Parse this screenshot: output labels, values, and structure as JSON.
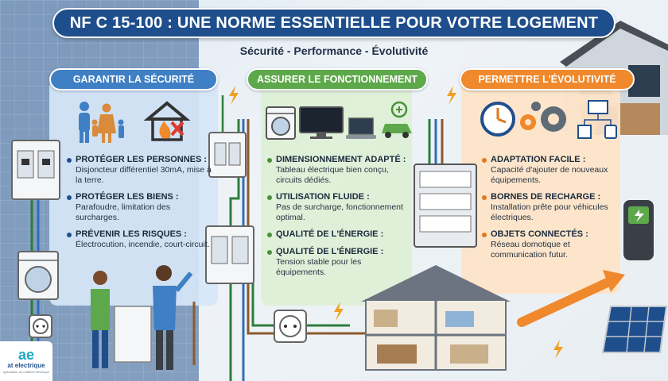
{
  "header": {
    "title": "NF C 15-100 : UNE NORME ESSENTIELLE POUR VOTRE LOGEMENT",
    "subtitle": "Sécurité - Performance - Évolutivité"
  },
  "sections": {
    "security": {
      "heading": "GARANTIR LA SÉCURITÉ",
      "items": [
        {
          "title": "PROTÉGER LES PERSONNES :",
          "text": "Disjoncteur différentiel 30mA, mise à la terre."
        },
        {
          "title": "PROTÉGER LES BIENS :",
          "text": "Parafoudre, limitation des surcharges."
        },
        {
          "title": "PRÉVENIR LES RISQUES :",
          "text": "Électrocution, incendie, court-circuit."
        }
      ]
    },
    "function": {
      "heading": "ASSURER LE FONCTIONNEMENT",
      "items": [
        {
          "title": "DIMENSIONNEMENT ADAPTÉ :",
          "text": "Tableau électrique bien conçu, circuits dédiés."
        },
        {
          "title": "UTILISATION FLUIDE :",
          "text": "Pas de surcharge, fonctionnement optimal."
        },
        {
          "title": "QUALITÉ DE L'ÉNERGIE :",
          "text": ""
        },
        {
          "title": "QUALITÉ DE L'ÉNERGIE :",
          "text": "Tension stable pour les équipements."
        }
      ]
    },
    "evolution": {
      "heading": "PERMETTRE L'ÉVOLUTIVITÉ",
      "items": [
        {
          "title": "ADAPTATION FACILE :",
          "text": "Capacité d'ajouter de nouveaux équipements."
        },
        {
          "title": "BORNES DE RECHARGE :",
          "text": "Installation prête pour véhicules électriques."
        },
        {
          "title": "OBJETS CONNECTÉS :",
          "text": "Réseau domotique et communication futur."
        }
      ]
    }
  },
  "logo": {
    "mark": "ae",
    "word": "at electrique",
    "tagline": "spécialiste du matériel électrique"
  },
  "colors": {
    "banner": "#1f4e8c",
    "security": "#3f7fc4",
    "function": "#5da84a",
    "evolution": "#f0882c"
  }
}
